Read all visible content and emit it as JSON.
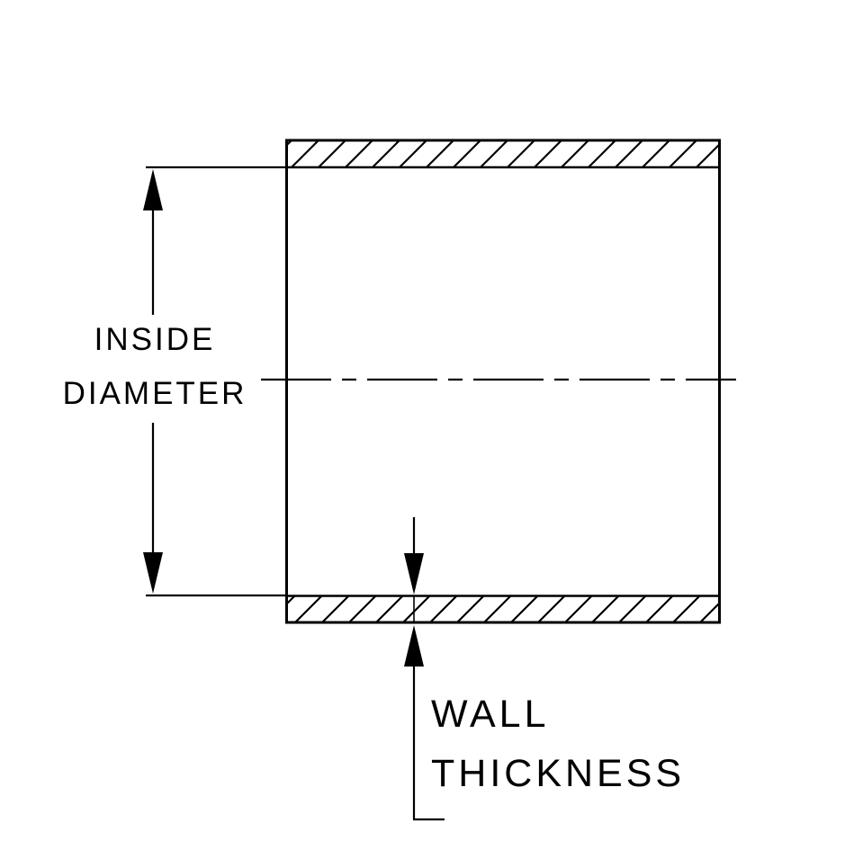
{
  "diagram": {
    "background_color": "#ffffff",
    "line_color": "#000000",
    "labels": {
      "inside_diameter": [
        "INSIDE",
        "DIAMETER"
      ],
      "wall_thickness": [
        "WALL",
        "THICKNESS"
      ]
    }
  }
}
